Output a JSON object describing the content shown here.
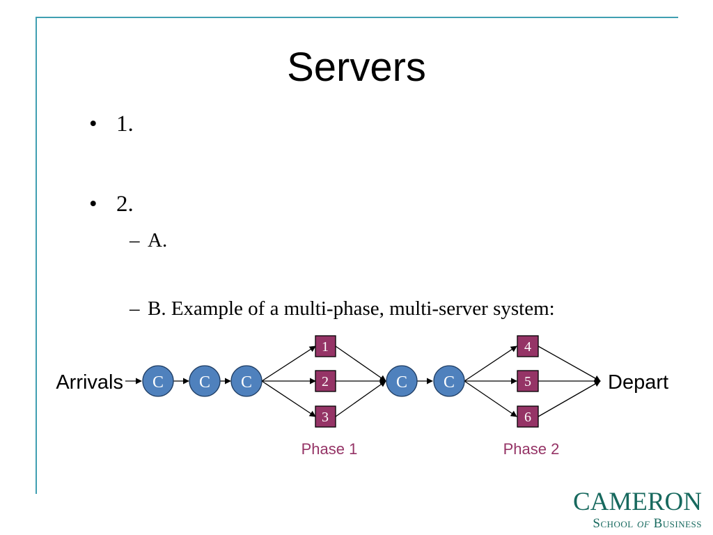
{
  "slide": {
    "title": "Servers",
    "bullets": [
      {
        "mark": "•",
        "text": "1."
      },
      {
        "mark": "•",
        "text": "2."
      }
    ],
    "sub_bullets": [
      {
        "mark": "–",
        "text": "A."
      },
      {
        "mark": "–",
        "text": "B. Example of a multi-phase, multi-server system:"
      }
    ]
  },
  "diagram": {
    "arrivals_label": "Arrivals",
    "depart_label": "Depart",
    "customer_label": "C",
    "server_labels": [
      "1",
      "2",
      "3",
      "4",
      "5",
      "6"
    ],
    "phase_labels": [
      "Phase 1",
      "Phase 2"
    ],
    "colors": {
      "customer_fill": "#4f81bd",
      "server_fill": "#953466",
      "phase_text": "#953466",
      "frame": "#3f9fb1"
    }
  },
  "logo": {
    "line1": "CAMERON",
    "line2_a": "School ",
    "line2_of": "of",
    "line2_b": " Business"
  }
}
